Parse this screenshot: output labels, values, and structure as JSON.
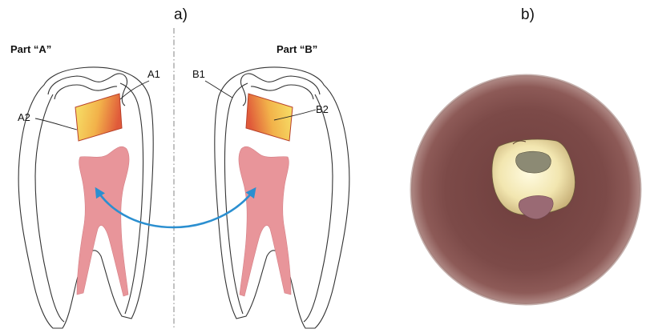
{
  "panels": {
    "a_label": "a)",
    "b_label": "b)"
  },
  "parts": {
    "left": "Part “A”",
    "right": "Part “B”"
  },
  "callouts": {
    "a1": "A1",
    "a2": "A2",
    "b1": "B1",
    "b2": "B2"
  },
  "colors": {
    "pulp": "#e8959a",
    "arrow": "#2b8fd0",
    "restoration_light": "#f7e46a",
    "restoration_dark": "#e05a3a",
    "disc": "#8a5450"
  },
  "icons": {
    "arrow": "double-headed-curved-arrow"
  }
}
